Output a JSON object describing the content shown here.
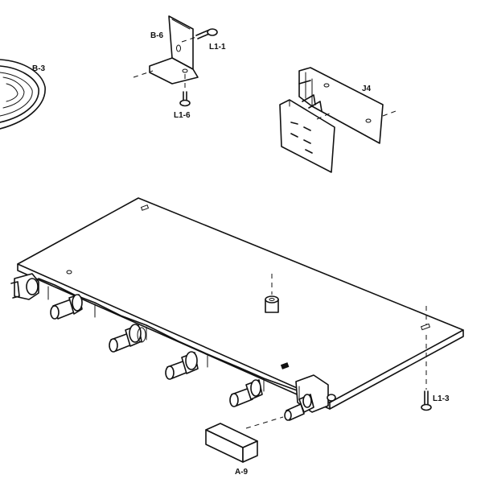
{
  "labels": {
    "b6": "B-6",
    "l1_1": "L1-1",
    "l1_6": "L1-6",
    "b3": "B-3",
    "j4": "J4",
    "l1_3": "L1-3",
    "a9": "A-9"
  }
}
